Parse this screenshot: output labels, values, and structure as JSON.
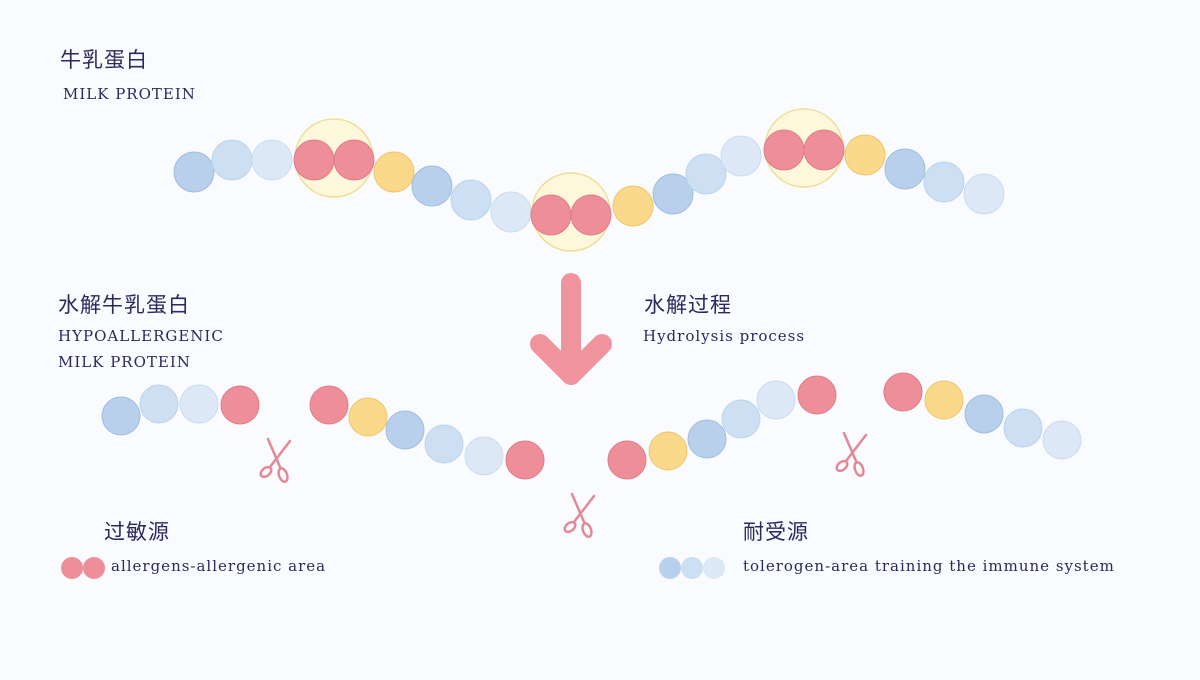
{
  "milk_protein": {
    "title_zh": "牛乳蛋白",
    "title_en": "MILK PROTEIN"
  },
  "hypoallergenic": {
    "title_zh": "水解牛乳蛋白",
    "title_en_line1": "HYPOALLERGENIC",
    "title_en_line2": "MILK PROTEIN"
  },
  "process": {
    "title_zh": "水解过程",
    "title_en": "Hydrolysis process",
    "arrow_icon": "down-arrow-icon",
    "scissors_icon": "scissors-icon"
  },
  "legend": {
    "allergen": {
      "title_zh": "过敏源",
      "desc": "allergens-allergenic area",
      "color": "#ee8e98"
    },
    "tolerogen": {
      "title_zh": "耐受源",
      "desc": "tolerogen-area training the immune system",
      "colors": [
        "#b6cfec",
        "#cfe0f4",
        "#dfe9f6"
      ]
    }
  },
  "colors": {
    "allergen": "#ee8e98",
    "yellow": "#fbd98a",
    "blue_dark": "#b6cfec",
    "blue_mid": "#cfe0f4",
    "blue_light": "#dfe9f6",
    "halo": "#fdf6d8",
    "halo_stroke": "#eedc8c",
    "arrow": "#ef949c",
    "text": "#2a2a5e"
  }
}
